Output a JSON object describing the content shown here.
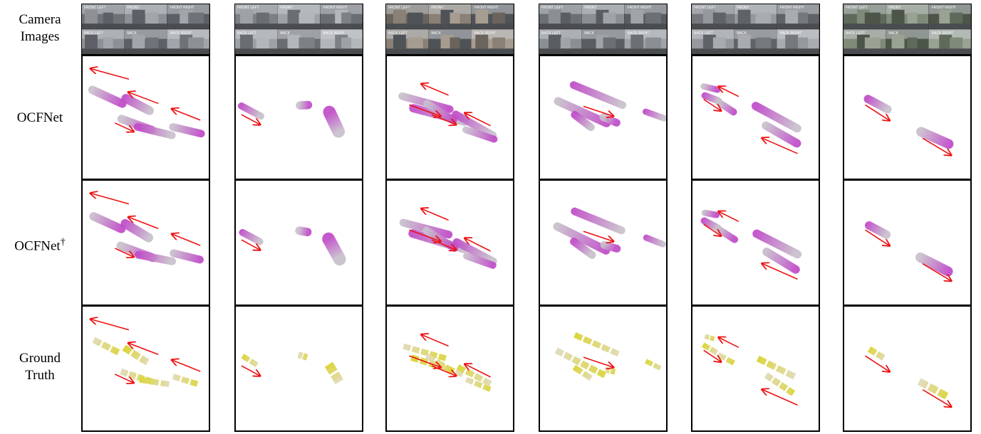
{
  "row_labels": {
    "camera": [
      "Camera",
      "Images"
    ],
    "ocfnet": "OCFNet",
    "ocfnet_dagger": "OCFNet",
    "dagger_mark": "†",
    "ground_truth": [
      "Ground",
      "Truth"
    ]
  },
  "camera_labels": [
    "FRONT LEFT",
    "FRONT",
    "FRONT RIGHT",
    "BACK LEFT",
    "BACK",
    "BACK RIGHT"
  ],
  "colors": {
    "prediction": "#c04bc8",
    "prediction_faded": "#c8c0cc",
    "ground_truth": "#dcd63a",
    "ground_truth_faded": "#e2dcc0",
    "motion_arrow": "#ee1010",
    "panel_border": "#000000"
  },
  "figure_summary": {
    "columns": 6,
    "rows": [
      "camera-images",
      "ocfnet",
      "ocfnet-dagger",
      "ground-truth"
    ]
  }
}
